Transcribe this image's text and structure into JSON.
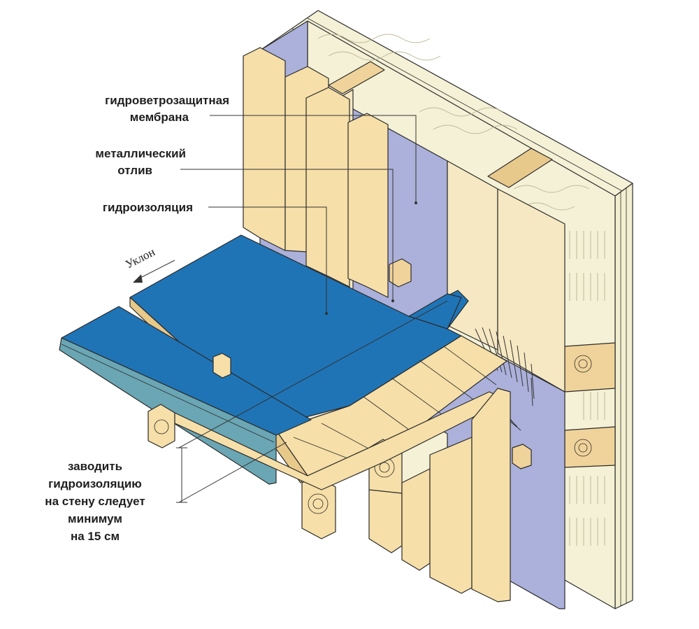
{
  "colors": {
    "wood": "#f6dfa8",
    "wood_dark": "#e7c98a",
    "membrane": "#abb1da",
    "waterproofing": "#1f74b6",
    "flashing": "#6aa6b4",
    "insulation": "#f4f1d6",
    "outline": "#2b2b2b"
  },
  "labels": {
    "membrane": [
      "гидроветрозащитная",
      "мембрана"
    ],
    "flashing": [
      "металлический",
      "отлив"
    ],
    "waterproofing": [
      "гидроизоляция"
    ],
    "slope": "Уклон",
    "note": [
      "заводить",
      "гидроизоляцию",
      "на стену следует",
      "минимум",
      "на 15 см"
    ]
  }
}
